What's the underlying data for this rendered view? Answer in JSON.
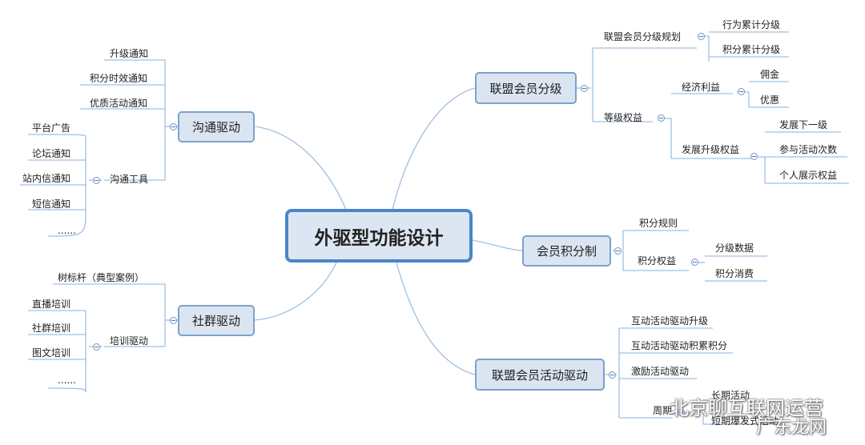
{
  "root": "外驱型功能设计",
  "branches": {
    "left_top": {
      "label": "沟通驱动",
      "items": [
        "升级通知",
        "积分时效通知",
        "优质活动通知"
      ],
      "sub": {
        "label": "沟通工具",
        "items": [
          "平台广告",
          "论坛通知",
          "站内信通知",
          "短信通知",
          "......"
        ]
      }
    },
    "left_bottom": {
      "label": "社群驱动",
      "items": [
        "树标杆（典型案例）"
      ],
      "sub": {
        "label": "培训驱动",
        "items": [
          "直播培训",
          "社群培训",
          "图文培训",
          "......"
        ]
      }
    },
    "right_top": {
      "label": "联盟会员分级",
      "plan": {
        "label": "联盟会员分级规划",
        "items": [
          "行为累计分级",
          "积分累计分级"
        ]
      },
      "rights": {
        "label": "等级权益",
        "econ": {
          "label": "经济利益",
          "items": [
            "佣金",
            "优惠"
          ]
        },
        "dev": {
          "label": "发展升级权益",
          "items": [
            "发展下一级",
            "参与活动次数",
            "个人展示权益"
          ]
        }
      }
    },
    "right_mid": {
      "label": "会员积分制",
      "rule": "积分规则",
      "rights": {
        "label": "积分权益",
        "items": [
          "分级数据",
          "积分消费"
        ]
      }
    },
    "right_bottom": {
      "label": "联盟会员活动驱动",
      "items": [
        "互动活动驱动升级",
        "互动活动驱动积累积分",
        "激励活动驱动"
      ],
      "sub": {
        "label": "周期",
        "items": [
          "长期活动",
          "短期爆发式活动"
        ]
      }
    }
  },
  "watermark": {
    "text1": "北京聊互联网运营",
    "text2": "广东龙网"
  },
  "colors": {
    "line": "#9ec0e3",
    "box_fill": "#dbe5f1",
    "box_border": "#7aa2cf",
    "root_border": "#4a86c8"
  }
}
